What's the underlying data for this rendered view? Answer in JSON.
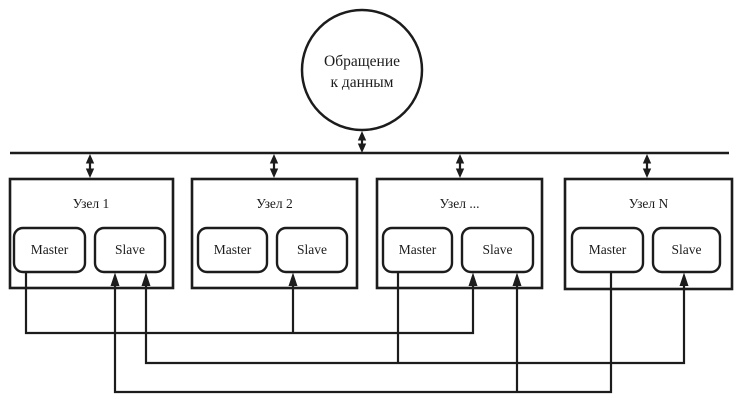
{
  "diagram": {
    "type": "master-slave-replication-diagram",
    "background": "#ffffff",
    "stroke_color": "#1c1c1c",
    "circle": {
      "line1": "Обращение",
      "line2": "к данным"
    },
    "nodes": [
      {
        "label": "Узел 1",
        "master_label": "Master",
        "slave_label": "Slave"
      },
      {
        "label": "Узел 2",
        "master_label": "Master",
        "slave_label": "Slave"
      },
      {
        "label": "Узел ...",
        "master_label": "Master",
        "slave_label": "Slave"
      },
      {
        "label": "Узел N",
        "master_label": "Master",
        "slave_label": "Slave"
      }
    ],
    "bus_links": [
      "data-access-circle",
      "node-1",
      "node-2",
      "node-3",
      "node-4"
    ],
    "edges": [
      {
        "from": "node-1-master",
        "to": [
          "node-2-slave",
          "node-3-slave"
        ]
      },
      {
        "from": "node-3-master",
        "to": [
          "node-1-slave",
          "node-4-slave"
        ]
      },
      {
        "from": "node-4-master",
        "to": [
          "node-1-slave",
          "node-3-slave"
        ]
      }
    ]
  }
}
